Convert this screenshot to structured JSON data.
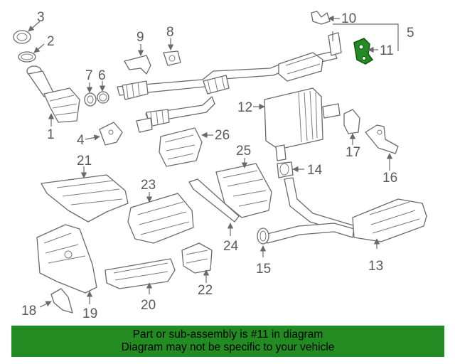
{
  "diagram": {
    "callouts": [
      "1",
      "2",
      "3",
      "4",
      "5",
      "6",
      "7",
      "8",
      "9",
      "10",
      "11",
      "12",
      "13",
      "14",
      "15",
      "16",
      "17",
      "18",
      "19",
      "20",
      "21",
      "22",
      "23",
      "24",
      "25",
      "26"
    ],
    "highlight_color": "#228b22"
  },
  "banner": {
    "line1": "Part or sub-assembly is #11 in diagram",
    "line2": "Diagram may not be specific to your vehicle",
    "background": "#228b22"
  }
}
